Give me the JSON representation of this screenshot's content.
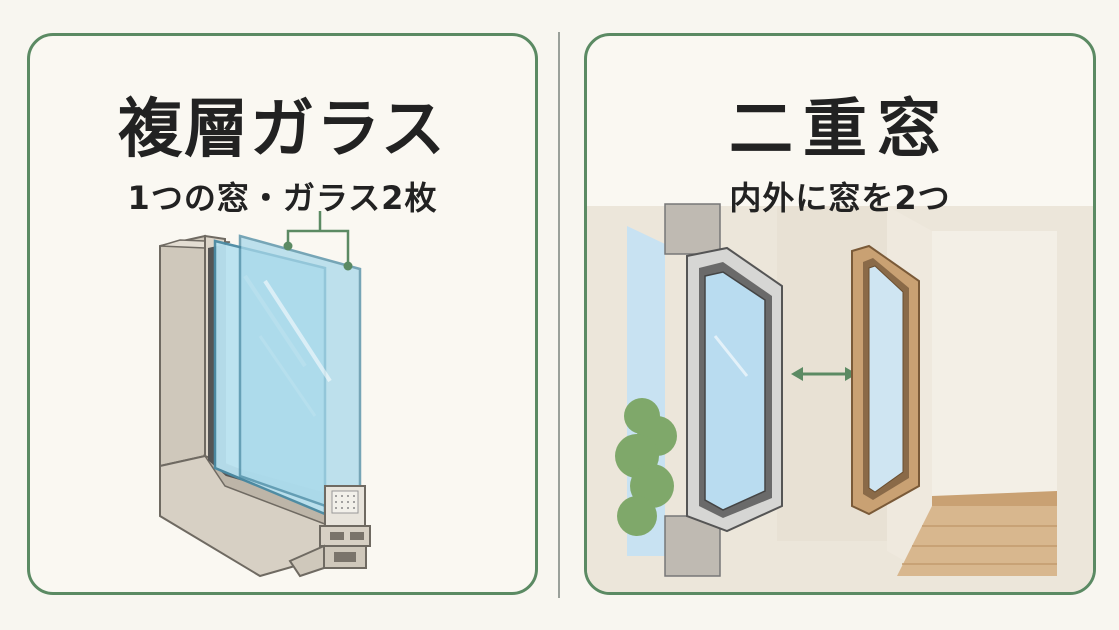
{
  "left": {
    "title": "複層ガラス",
    "subtitle": "1つの窓・ガラス2枚"
  },
  "right": {
    "title": "二重窓",
    "subtitle": "内外に窓を2つ"
  },
  "colors": {
    "accent": "#5b8a63",
    "glass": "#a9d9ea",
    "frame": "#d7d0c4",
    "wood": "#c9a173",
    "text": "#222222"
  }
}
